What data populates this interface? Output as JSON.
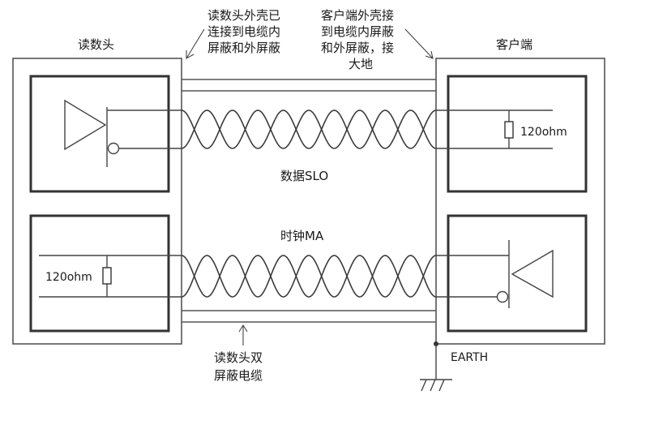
{
  "labels": {
    "reader_head": "读数头",
    "client": "客户端",
    "reader_shell_note": [
      "读数头外壳已",
      "连接到电缆内",
      "屏蔽和外屏蔽"
    ],
    "client_shell_note": [
      "客户端外壳接",
      "到电缆内屏蔽",
      "和外屏蔽，接",
      "大地"
    ],
    "data_signal": "数据SLO",
    "clock_signal": "时钟MA",
    "cable_note": [
      "读数头双",
      "屏蔽电缆"
    ],
    "earth": "EARTH",
    "resistor_top": "120ohm",
    "resistor_bottom": "120ohm"
  },
  "icons": {
    "transmitter": "line-driver-triangle-icon",
    "receiver": "line-receiver-triangle-icon",
    "ground": "ground-symbol-icon",
    "arrow": "pointer-arrow-icon"
  },
  "colors": {
    "line": "#444444",
    "box": "#333333",
    "background": "#ffffff"
  }
}
